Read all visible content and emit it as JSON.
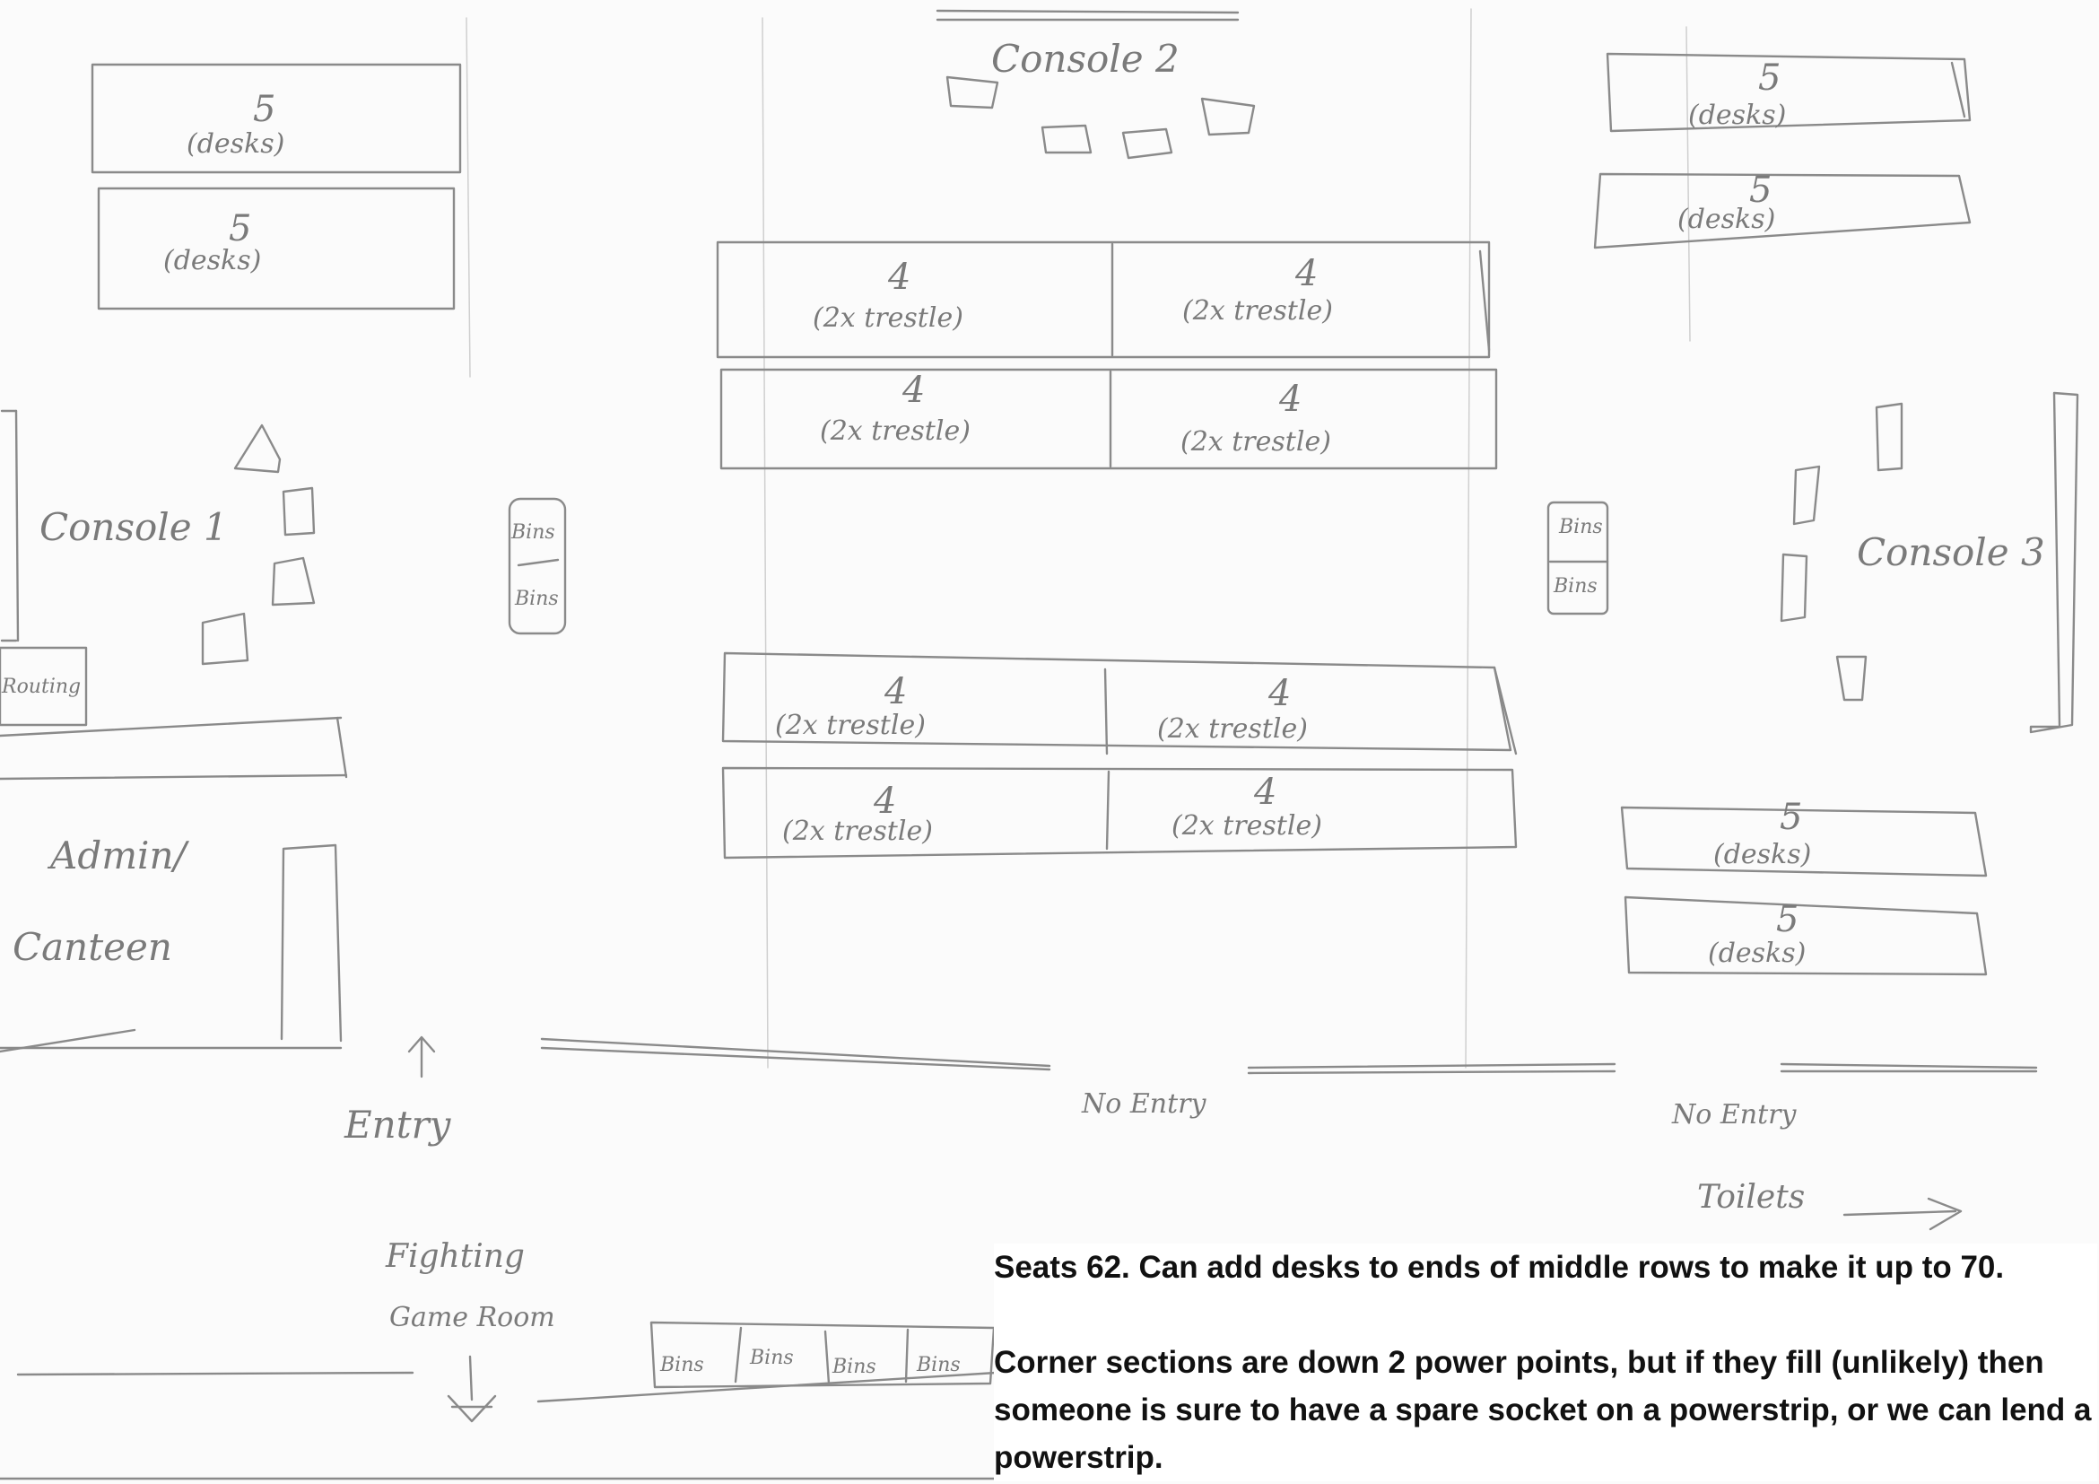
{
  "labels": {
    "console_1": "Console 1",
    "console_2": "Console 2",
    "console_3": "Console 3",
    "admin": "Admin/",
    "canteen": "Canteen",
    "entry": "Entry",
    "no_entry": "No Entry",
    "toilets": "Toilets",
    "fighting": "Fighting",
    "game_room": "Game Room",
    "routing": "Routing",
    "bins": "Bins"
  },
  "desk_blocks": {
    "count": "5",
    "kind": "(desks)"
  },
  "trestle_blocks": {
    "count": "4",
    "kind": "(2x trestle)"
  },
  "notes": {
    "line1": "Seats 62.  Can add desks to ends of middle rows to make it up to 70.",
    "line2": "Corner sections are down 2 power points, but if they fill (unlikely) then someone is sure to have a spare socket on a powerstrip, or we can lend a powerstrip."
  }
}
